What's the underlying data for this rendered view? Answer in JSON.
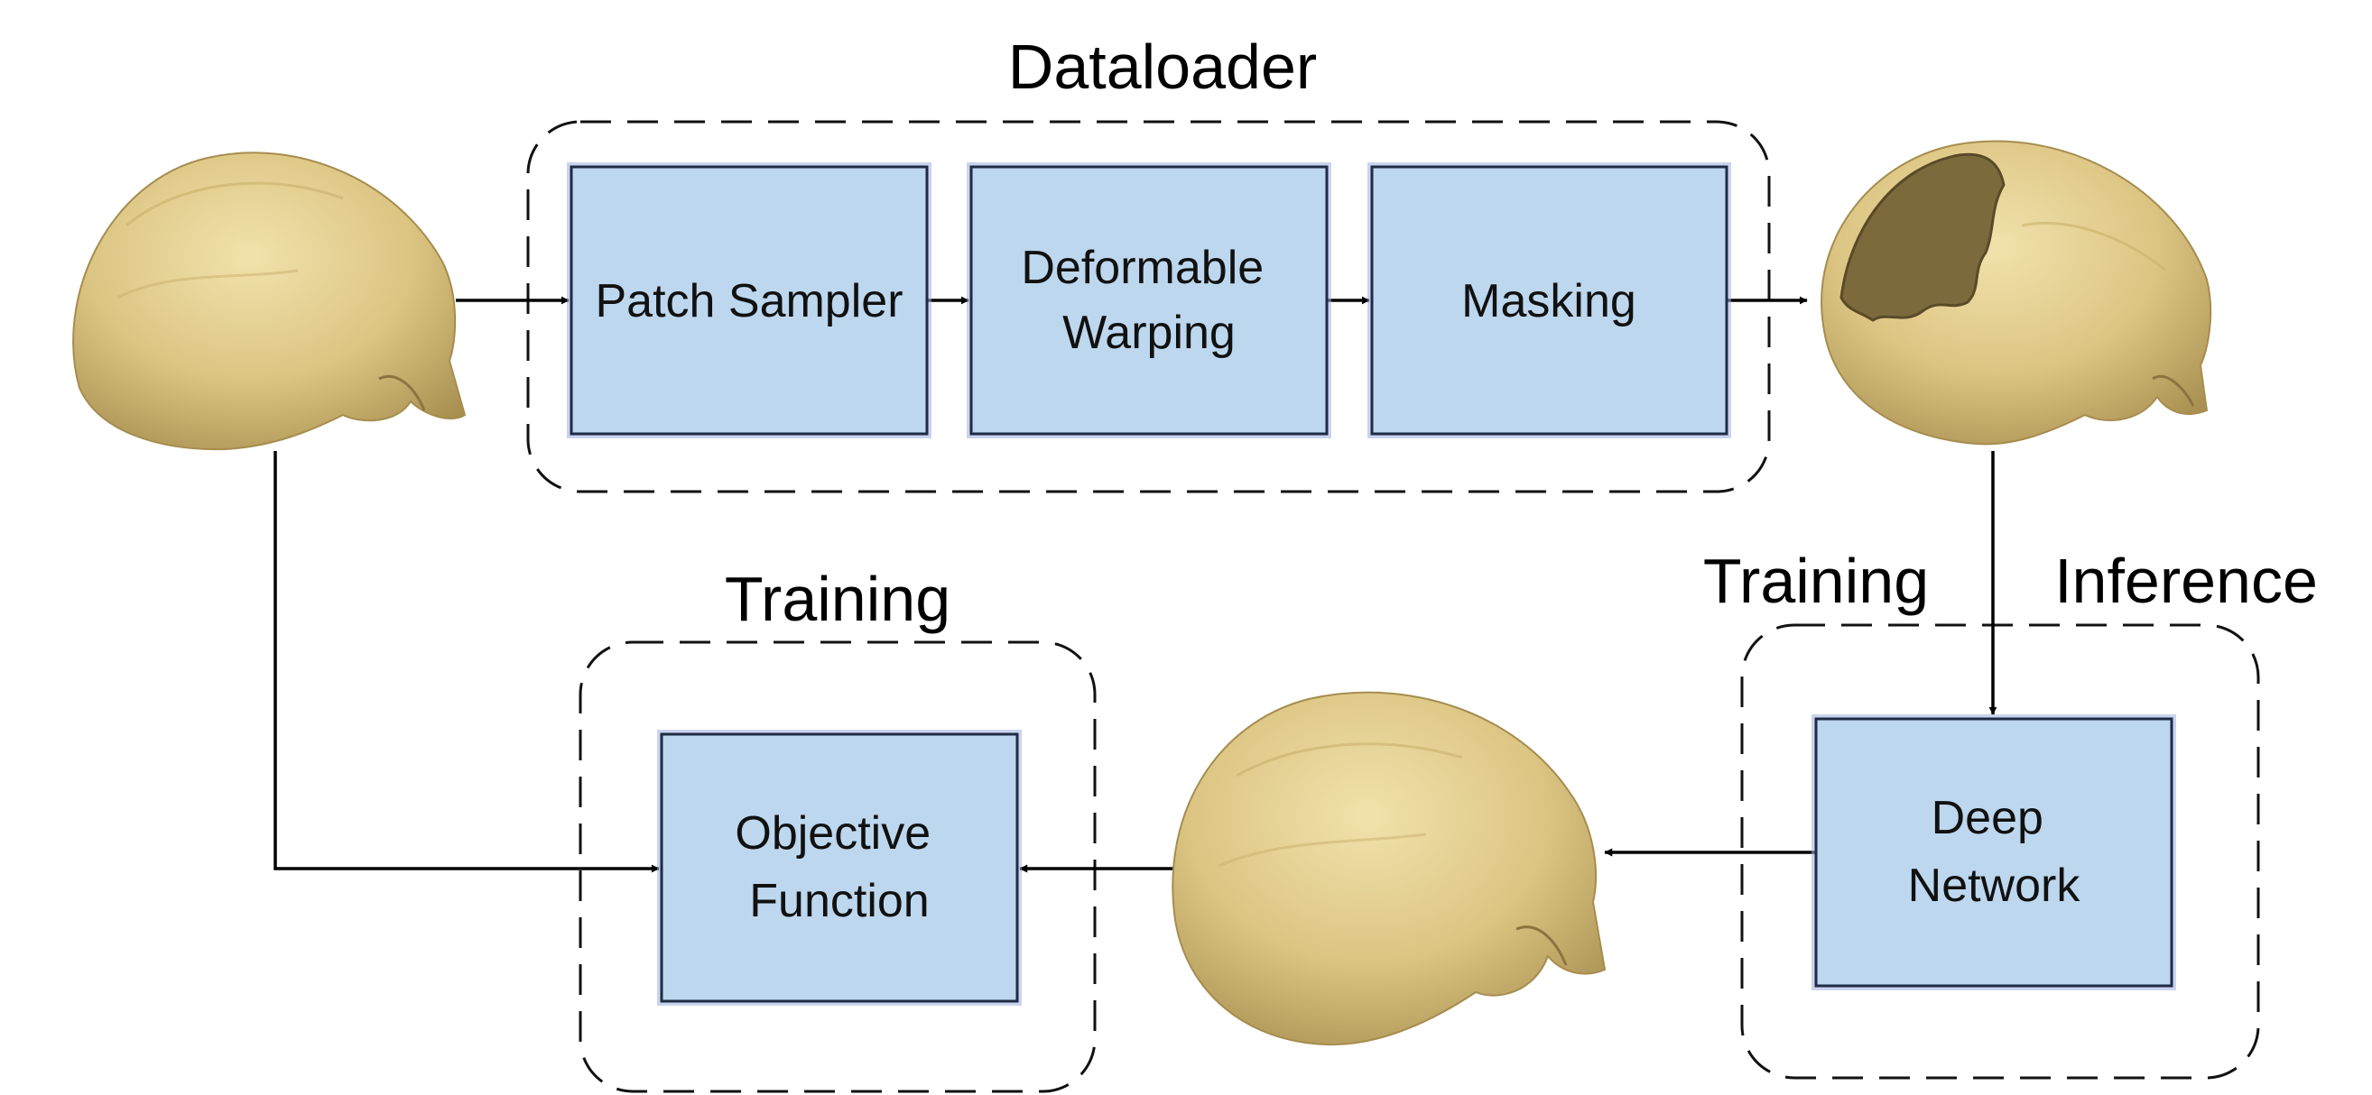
{
  "groups": {
    "dataloader_title": "Dataloader",
    "training_bottom_title": "Training",
    "training_right_title": "Training",
    "inference_right_title": "Inference"
  },
  "boxes": {
    "patch_sampler": [
      "Patch Sampler"
    ],
    "deformable_warping": [
      "Deformable",
      "Warping"
    ],
    "masking": [
      "Masking"
    ],
    "deep_network": [
      "Deep",
      "Network"
    ],
    "objective_function": [
      "Objective",
      "Function"
    ]
  },
  "colors": {
    "box_fill": "#bdd7ee",
    "box_border": "#1f2a44",
    "skull": "#e4d08f",
    "skull_shadow": "#b89f5c"
  },
  "images": {
    "input_skull": "complete-skull-icon",
    "defective_skull": "defective-skull-icon",
    "reconstructed_skull": "reconstructed-skull-icon"
  }
}
